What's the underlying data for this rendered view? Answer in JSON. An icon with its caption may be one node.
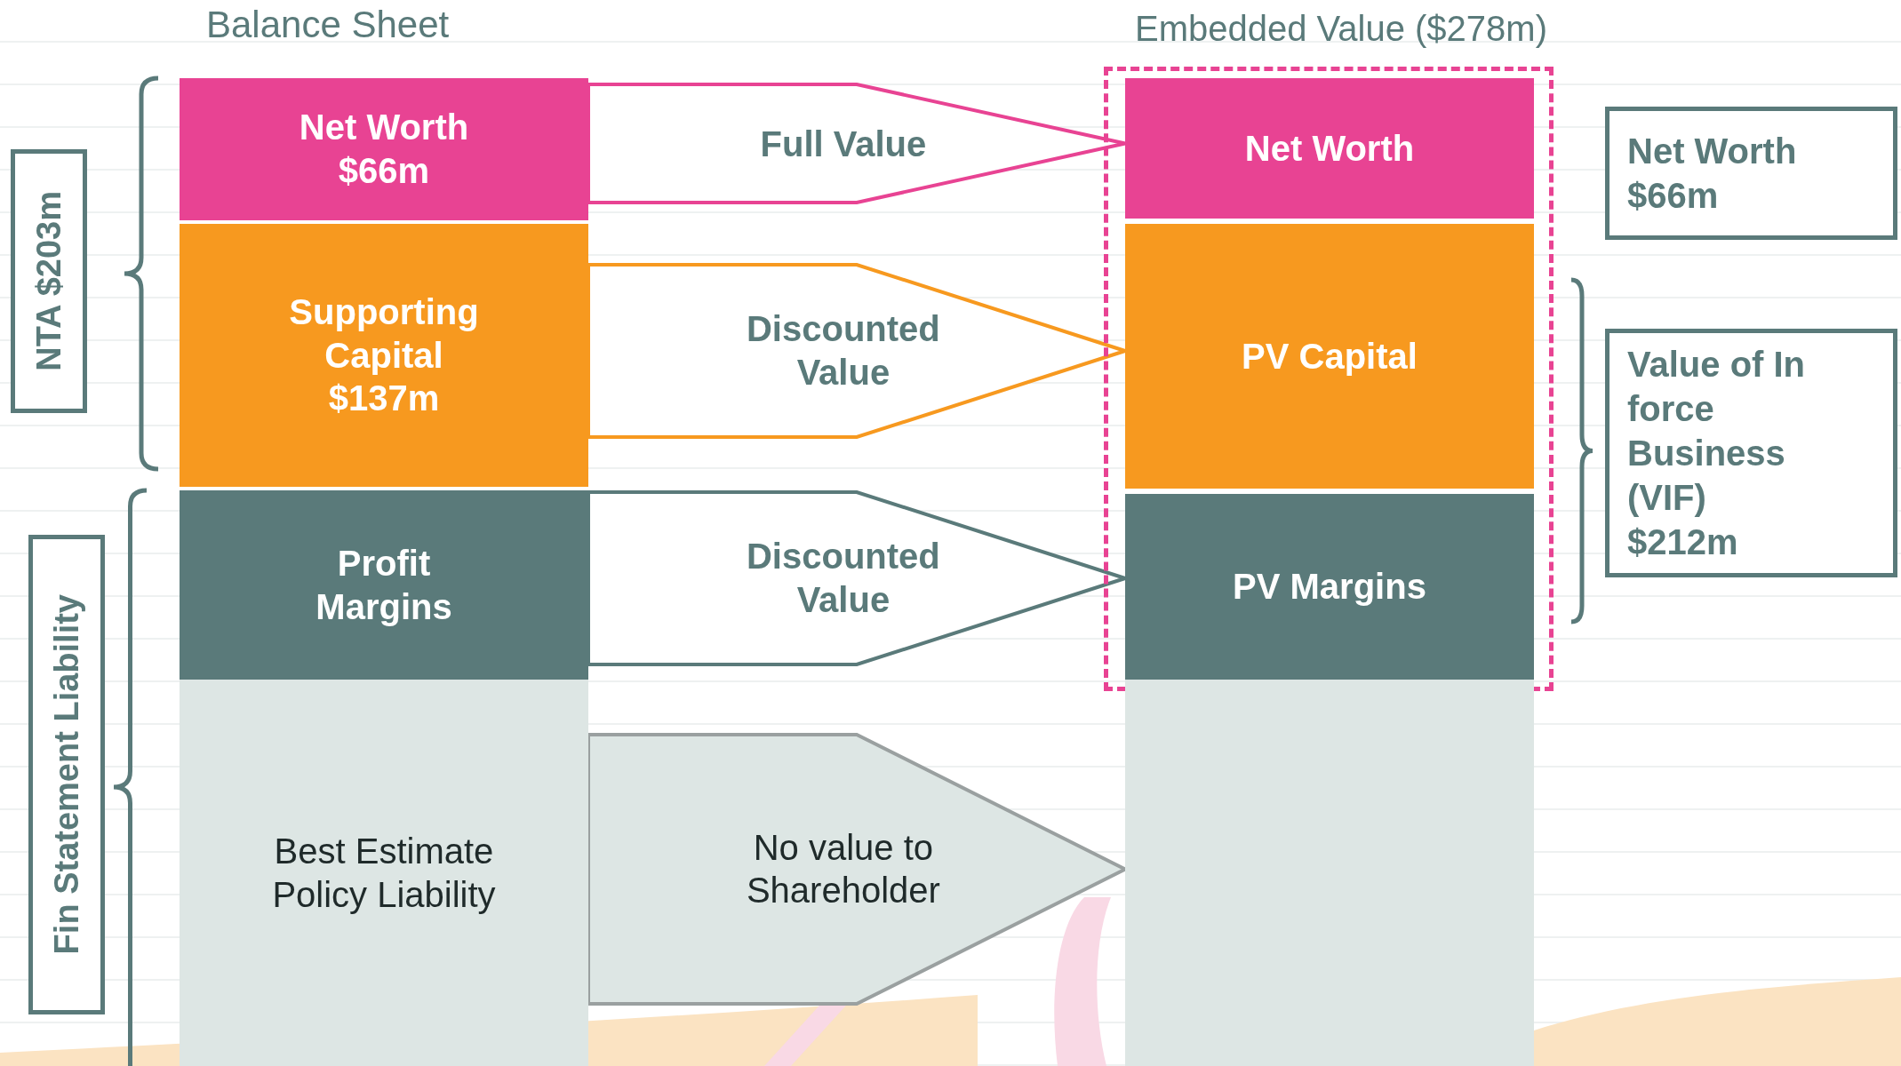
{
  "diagram": {
    "nodes": [
      {
        "text": [
          "NTA $203m"
        ]
      },
      {
        "text": [
          "Fin Statement Liability"
        ]
      },
      {
        "text": [
          "Net Worth $66m"
        ]
      },
      {
        "text": [
          "Supporting Capital $137m"
        ]
      },
      {
        "text": [
          "Profit Margins"
        ]
      },
      {
        "text": [
          "Best Estimate Policy Liability"
        ]
      },
      {
        "text": [
          "Embedded Value ($278m)"
        ]
      },
      {
        "text": [
          "Net Worth"
        ],
        "in": 6
      },
      {
        "text": [
          "PV Capital"
        ],
        "in": 6
      },
      {
        "text": [
          "PV Margins"
        ],
        "in": 6
      },
      {
        "text": [],
        "shape": "box"
      },
      {
        "text": [
          "Net Worth $66m"
        ]
      },
      {
        "text": [
          "Value of In force Business (VIF) $212m"
        ]
      }
    ],
    "edges": [
      {
        "from": 2,
        "to": 7,
        "arrow": "to",
        "label": "Full Value",
        "color": "#e84393"
      },
      {
        "from": 3,
        "to": 8,
        "arrow": "to",
        "label": "Discounted Value",
        "color": "#f7991f"
      },
      {
        "from": 4,
        "to": 9,
        "arrow": "to",
        "label": "Discounted Value",
        "color": "#5a7a7a"
      },
      {
        "from": 5,
        "to": 10,
        "arrow": "to",
        "label": "No value to Shareholder",
        "color": "#9aa0a0"
      }
    ],
    "labels": [
      "Balance Sheet"
    ]
  }
}
